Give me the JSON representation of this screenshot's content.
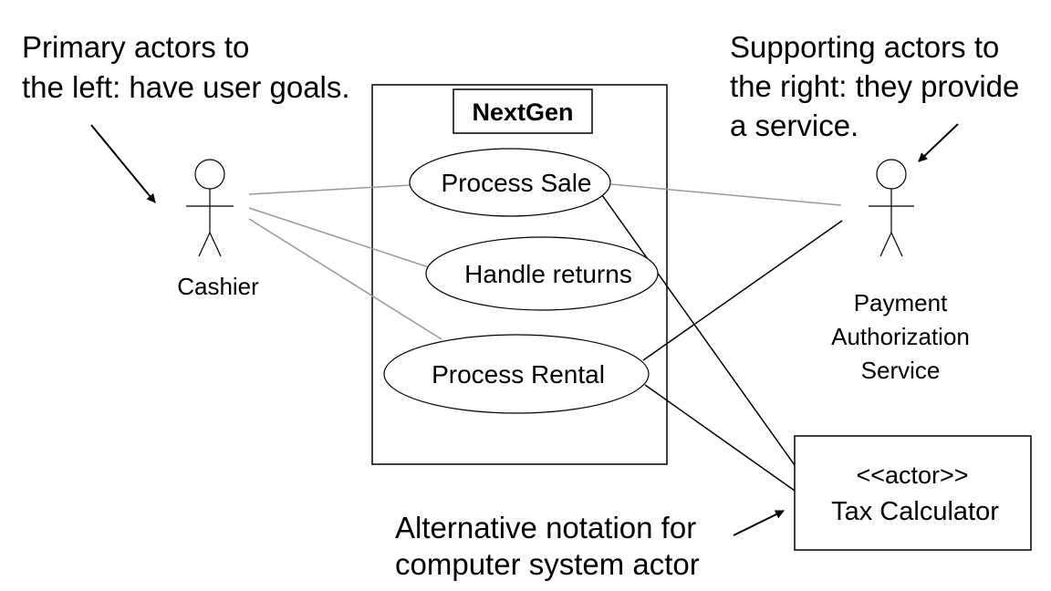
{
  "system": {
    "name": "NextGen"
  },
  "use_cases": {
    "process_sale": "Process Sale",
    "handle_returns": "Handle returns",
    "process_rental": "Process Rental"
  },
  "actors": {
    "cashier": "Cashier",
    "payment": [
      "Payment",
      "Authorization",
      "Service"
    ],
    "tax": {
      "stereotype": "<<actor>>",
      "name": "Tax Calculator"
    }
  },
  "notes": {
    "primary": [
      "Primary actors to",
      "the left: have user goals."
    ],
    "supporting": [
      "Supporting actors to",
      "the right: they provide",
      "a service."
    ],
    "alternative": [
      "Alternative notation for",
      "computer system actor"
    ]
  },
  "colors": {
    "stroke": "#000000",
    "association": "#999999",
    "background": "#ffffff"
  }
}
